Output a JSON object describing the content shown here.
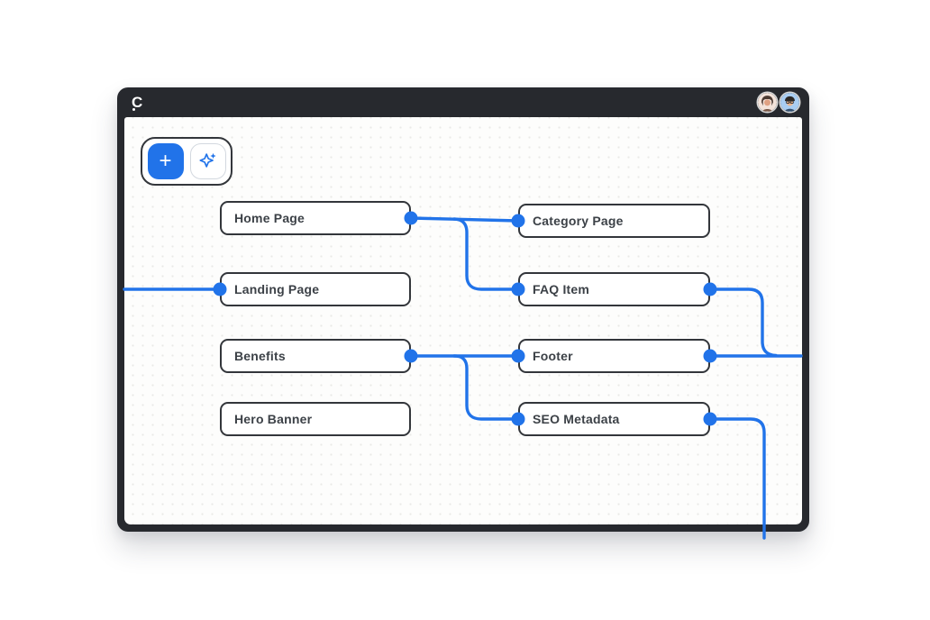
{
  "window": {
    "logo_text": "C",
    "avatars": [
      {
        "icon": "avatar-woman-icon"
      },
      {
        "icon": "avatar-man-icon"
      }
    ]
  },
  "toolbar": {
    "add_button": {
      "icon": "plus-icon",
      "glyph": "+"
    },
    "ai_button": {
      "icon": "sparkles-icon"
    }
  },
  "colors": {
    "accent_blue": "#2173e9",
    "frame_dark": "#27292e",
    "node_border": "#33363b",
    "canvas_bg": "#fdfdfc"
  },
  "diagram": {
    "nodes": [
      {
        "id": "home-page",
        "label": "Home Page"
      },
      {
        "id": "landing-page",
        "label": "Landing Page"
      },
      {
        "id": "benefits",
        "label": "Benefits"
      },
      {
        "id": "hero-banner",
        "label": "Hero Banner"
      },
      {
        "id": "category-page",
        "label": "Category Page"
      },
      {
        "id": "faq-item",
        "label": "FAQ Item"
      },
      {
        "id": "footer",
        "label": "Footer"
      },
      {
        "id": "seo-metadata",
        "label": "SEO Metadata"
      }
    ],
    "connections": [
      {
        "from": "offscreen-left",
        "to": "landing-page"
      },
      {
        "from": "home-page",
        "to": "category-page"
      },
      {
        "from": "home-page",
        "to": "faq-item"
      },
      {
        "from": "faq-item",
        "to": "offscreen-right"
      },
      {
        "from": "benefits",
        "to": "footer"
      },
      {
        "from": "benefits",
        "to": "seo-metadata"
      },
      {
        "from": "footer",
        "to": "offscreen-right"
      },
      {
        "from": "seo-metadata",
        "to": "offscreen-bottom"
      }
    ]
  }
}
